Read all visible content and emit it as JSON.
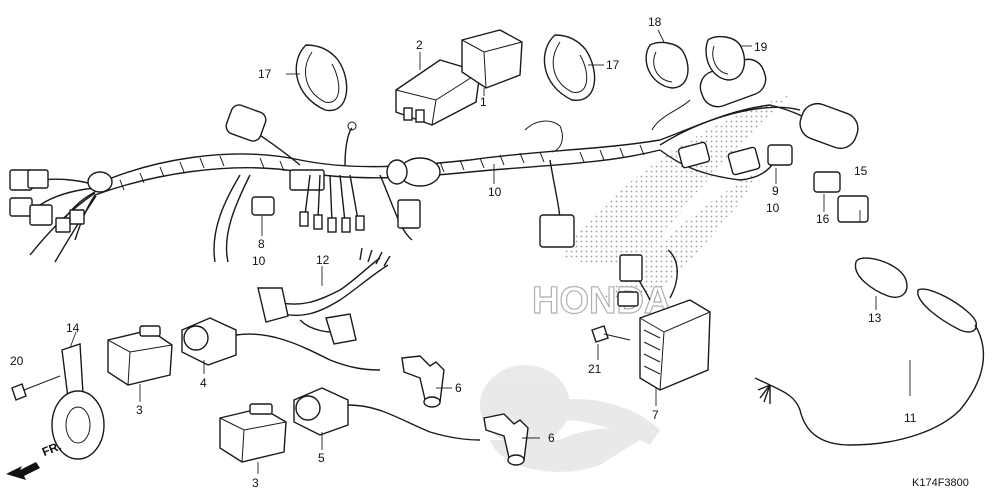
{
  "diagram": {
    "code": "K174F3800",
    "direction_label": "FR.",
    "watermark_text": "HONDA",
    "callouts": [
      "1",
      "2",
      "3",
      "3",
      "4",
      "5",
      "6",
      "6",
      "7",
      "8",
      "9",
      "10",
      "10",
      "10",
      "11",
      "12",
      "13",
      "14",
      "15",
      "16",
      "17",
      "17",
      "18",
      "19",
      "20",
      "21"
    ]
  },
  "colors": {
    "line": "#1a1a1a",
    "watermark": "#c8c8c8",
    "background": "#ffffff"
  }
}
